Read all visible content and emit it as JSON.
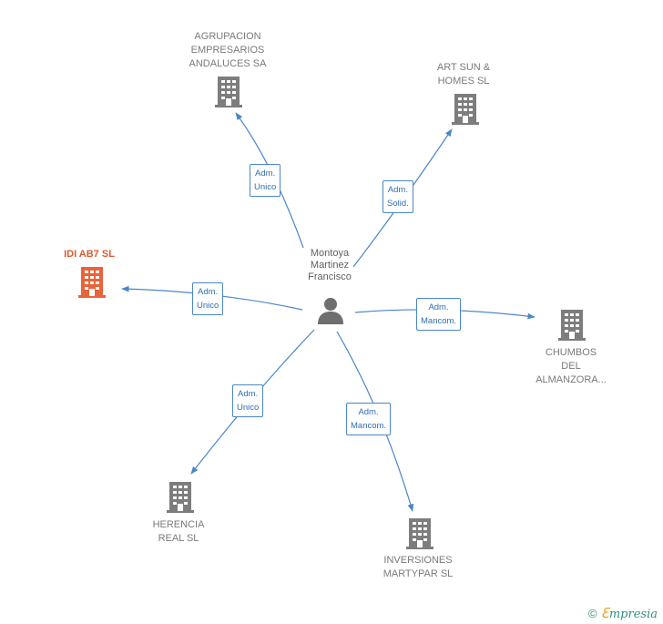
{
  "colors": {
    "edge": "#4a86c8",
    "building": "#7d7d7d",
    "building_main": "#e8643a",
    "person": "#6f6f6f"
  },
  "center": {
    "name_line1": "Montoya",
    "name_line2": "Martinez",
    "name_line3": "Francisco",
    "icon": "person-icon"
  },
  "nodes": [
    {
      "id": "agrupacion",
      "lines": [
        "AGRUPACION",
        "EMPRESARIOS",
        "ANDALUCES SA"
      ],
      "icon": "building-icon"
    },
    {
      "id": "art-sun",
      "lines": [
        "ART SUN &",
        "HOMES  SL"
      ],
      "icon": "building-icon"
    },
    {
      "id": "idi-ab7",
      "lines": [
        "IDI AB7  SL"
      ],
      "icon": "building-icon",
      "highlight": true
    },
    {
      "id": "chumbos",
      "lines": [
        "CHUMBOS",
        "DEL",
        "ALMANZORA..."
      ],
      "icon": "building-icon"
    },
    {
      "id": "herencia",
      "lines": [
        "HERENCIA",
        "REAL SL"
      ],
      "icon": "building-icon"
    },
    {
      "id": "inversiones",
      "lines": [
        "INVERSIONES",
        "MARTYPAR SL"
      ],
      "icon": "building-icon"
    }
  ],
  "edges": [
    {
      "to": "agrupacion",
      "line1": "Adm.",
      "line2": "Unico"
    },
    {
      "to": "art-sun",
      "line1": "Adm.",
      "line2": "Solid."
    },
    {
      "to": "idi-ab7",
      "line1": "Adm.",
      "line2": "Unico"
    },
    {
      "to": "chumbos",
      "line1": "Adm.",
      "line2": "Mancom."
    },
    {
      "to": "herencia",
      "line1": "Adm.",
      "line2": "Unico"
    },
    {
      "to": "inversiones",
      "line1": "Adm.",
      "line2": "Mancom."
    }
  ],
  "footer": {
    "copyright": "©",
    "brand_initial": "ℇ",
    "brand_rest": "mpresia"
  }
}
